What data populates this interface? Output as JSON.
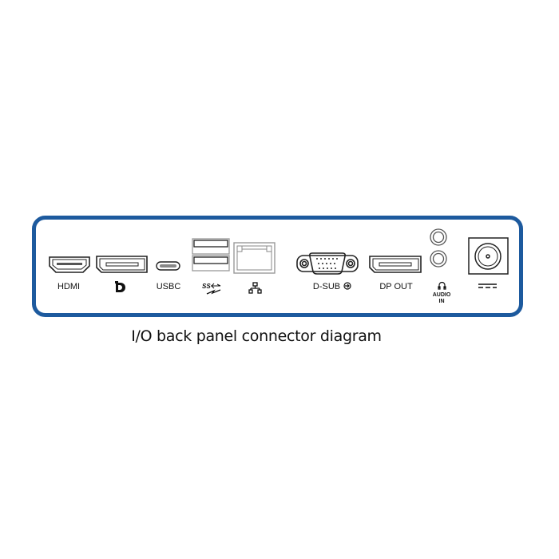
{
  "caption": "I/O back panel connector diagram",
  "colors": {
    "panel_border": "#1d5a9e",
    "stroke": "#222222"
  },
  "ports": [
    {
      "id": "hdmi",
      "label": "HDMI"
    },
    {
      "id": "displayport",
      "label": "",
      "icon": "displayport-logo-icon"
    },
    {
      "id": "usbc",
      "label": "USBC"
    },
    {
      "id": "usb-a",
      "label": "SS",
      "icon": "superspeed-usb-charging-icon"
    },
    {
      "id": "rj45",
      "label": "",
      "icon": "network-icon"
    },
    {
      "id": "vga",
      "label": "D-SUB"
    },
    {
      "id": "dp-out",
      "label": "DP OUT"
    },
    {
      "id": "audio",
      "label_line1": "AUDIO",
      "label_line2": "IN",
      "icon": "headphone-icon"
    },
    {
      "id": "power",
      "label": "",
      "icon": "dc-power-icon"
    }
  ]
}
